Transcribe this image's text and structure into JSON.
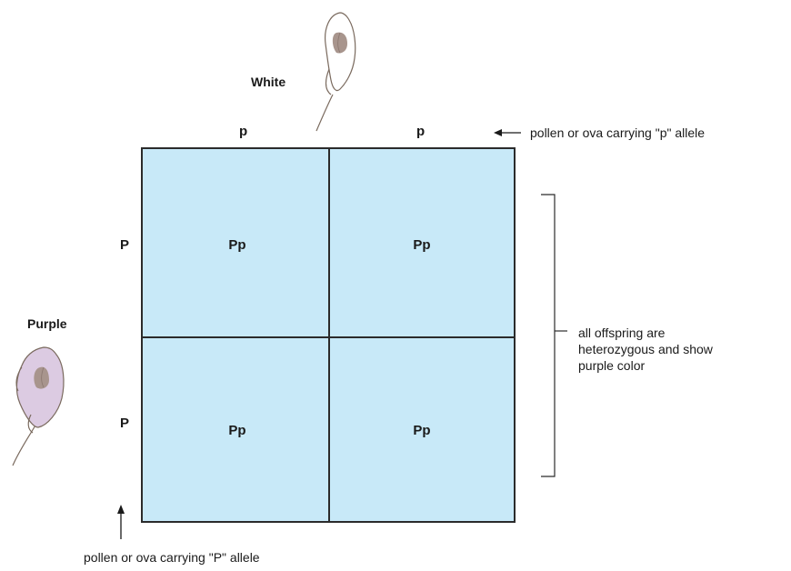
{
  "parents": {
    "white_label": "White",
    "purple_label": "Purple",
    "white_color": "#ffffff",
    "purple_color": "#dccbe2",
    "spot_color": "#a8958d"
  },
  "top_alleles": [
    "p",
    "p"
  ],
  "left_alleles": [
    "P",
    "P"
  ],
  "cells": [
    [
      "Pp",
      "Pp"
    ],
    [
      "Pp",
      "Pp"
    ]
  ],
  "annotations": {
    "top_arrow_text": "pollen or ova carrying \"p\" allele",
    "bottom_arrow_text": "pollen or ova carrying \"P\" allele",
    "bracket_text": "all offspring are heterozygous and show purple color"
  },
  "colors": {
    "grid_fill": "#c8e9f8",
    "grid_line": "#2b2b2b"
  }
}
